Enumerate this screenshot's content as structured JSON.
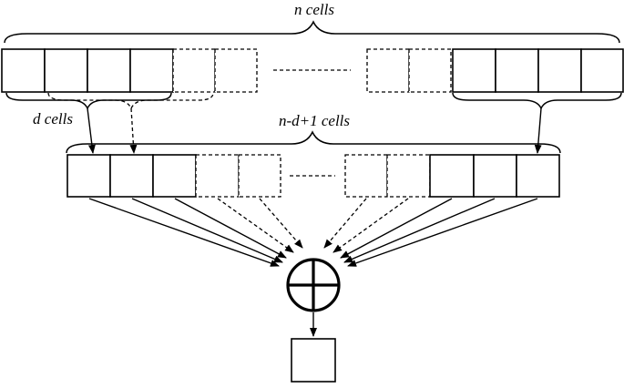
{
  "labels": {
    "top_brace": "n cells",
    "window_brace": "d cells",
    "middle_brace": "n-d+1 cells"
  },
  "top_register": {
    "solid_left_count": 4,
    "dashed_left_count": 2,
    "dashed_right_count": 2,
    "solid_right_count": 4
  },
  "middle_register": {
    "solid_left_count": 3,
    "dashed_left_count": 2,
    "dashed_right_count": 2,
    "solid_right_count": 3
  },
  "combiner": {
    "symbol": "xor",
    "icon": "xor-circle-icon"
  },
  "output": {
    "cells": 1
  }
}
